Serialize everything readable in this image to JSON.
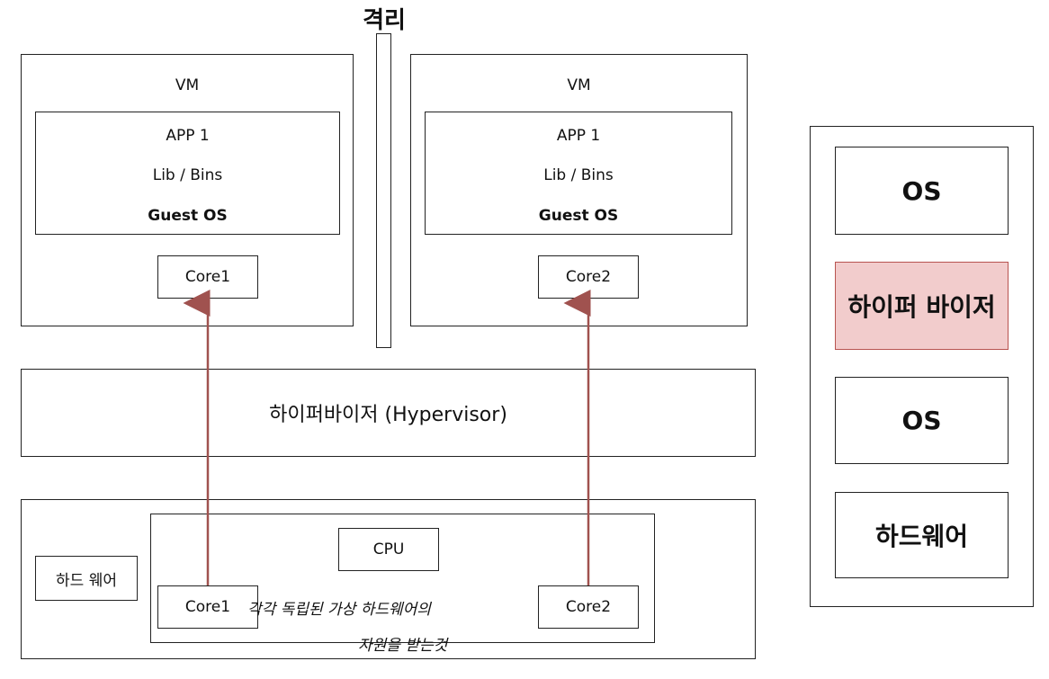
{
  "isolation_label": "격리",
  "vm_left": {
    "title": "VM",
    "app": "APP 1",
    "lib": "Lib / Bins",
    "guest_os": "Guest OS",
    "core": "Core1"
  },
  "vm_right": {
    "title": "VM",
    "app": "APP 1",
    "lib": "Lib / Bins",
    "guest_os": "Guest OS",
    "core": "Core2"
  },
  "hypervisor_label": "하이퍼바이저 (Hypervisor)",
  "hardware": {
    "label": "하드 웨어",
    "cpu": "CPU",
    "core_left": "Core1",
    "core_right": "Core2"
  },
  "annotation": {
    "line1": "각각 독립된 가상 하드웨어의",
    "line2": "자원을 받는것"
  },
  "stack": {
    "top": "OS",
    "hypervisor": "하이퍼 바이저",
    "middle": "OS",
    "bottom": "하드웨어"
  },
  "colors": {
    "arrow": "#a0524f",
    "hypervisor_fill": "#f2cccc",
    "hypervisor_border": "#b85450"
  }
}
